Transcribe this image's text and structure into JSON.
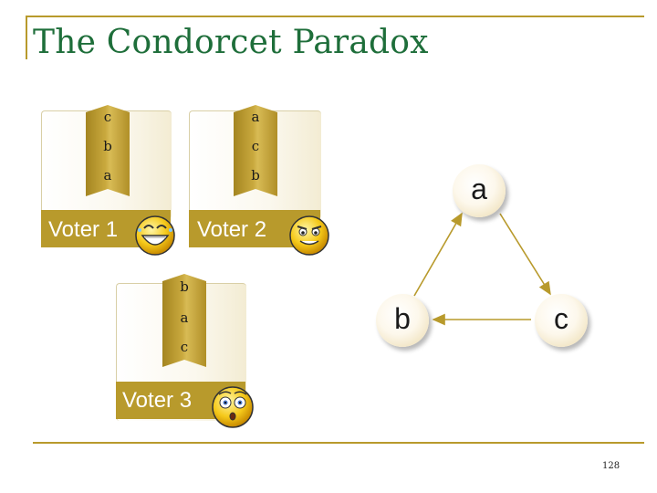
{
  "slide": {
    "title": "The Condorcet Paradox",
    "page_number": "128"
  },
  "voters": [
    {
      "label": "Voter 1",
      "ranking": [
        "c",
        "b",
        "a"
      ],
      "face": "laughing-face-icon"
    },
    {
      "label": "Voter 2",
      "ranking": [
        "a",
        "c",
        "b"
      ],
      "face": "mischievous-face-icon"
    },
    {
      "label": "Voter 3",
      "ranking": [
        "b",
        "a",
        "c"
      ],
      "face": "surprised-face-icon"
    }
  ],
  "graph": {
    "nodes": [
      "a",
      "b",
      "c"
    ],
    "edges": [
      {
        "from": "b",
        "to": "a"
      },
      {
        "from": "a",
        "to": "c"
      },
      {
        "from": "c",
        "to": "b"
      }
    ]
  },
  "colors": {
    "accent": "#b89a2c",
    "title": "#1e6e3a"
  }
}
